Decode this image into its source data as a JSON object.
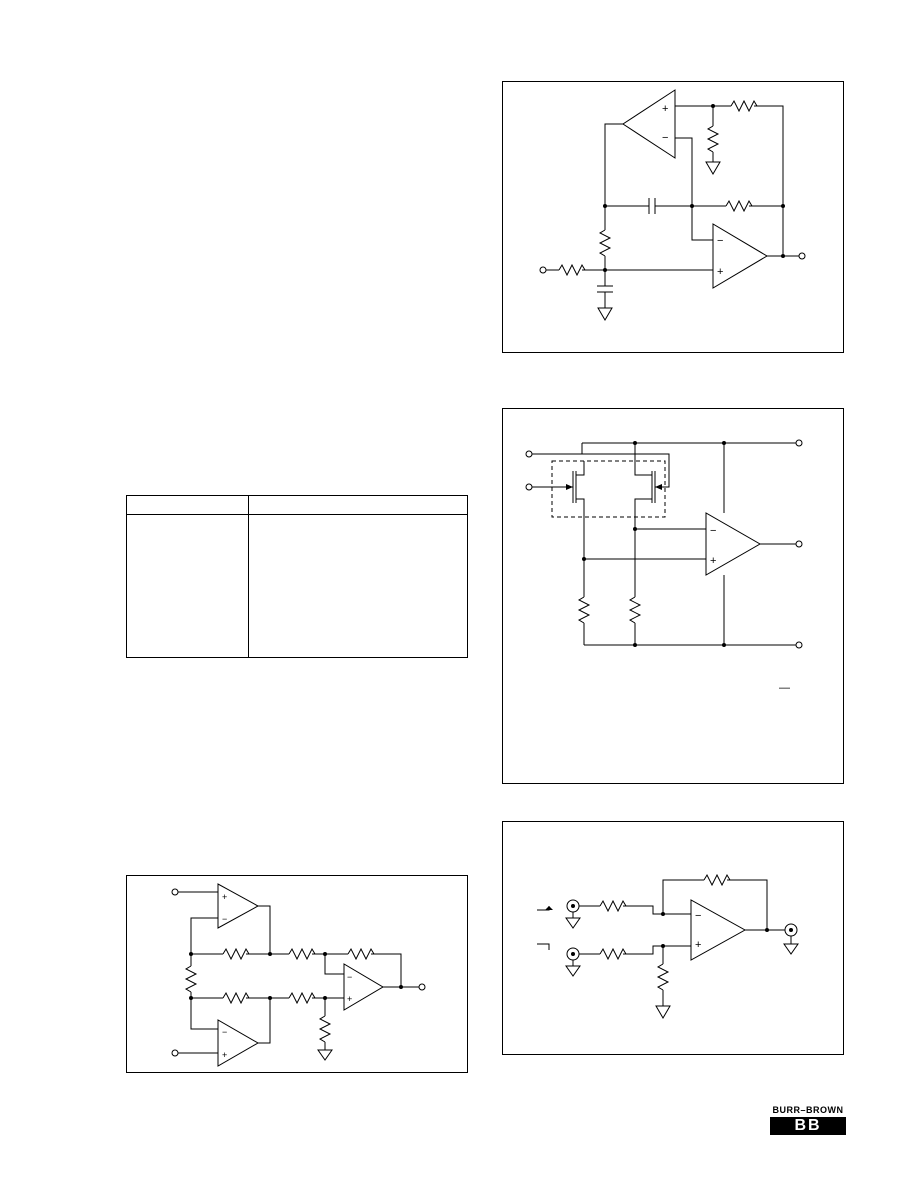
{
  "schematics": [
    {
      "id": "fig-a",
      "desc_terminals": [
        "input",
        "output",
        "ground"
      ]
    },
    {
      "id": "fig-b",
      "desc_terminals": [
        "in-1",
        "in-2",
        "supply-top",
        "output",
        "supply-bottom"
      ]
    },
    {
      "id": "fig-c",
      "desc_terminals": [
        "input-1",
        "input-2",
        "output"
      ]
    },
    {
      "id": "fig-d",
      "desc_terminals": [
        "input-1",
        "input-2",
        "output"
      ]
    }
  ],
  "opamp_signs": {
    "plus": "+",
    "minus": "−"
  },
  "overbar": "—",
  "logo": {
    "name": "BURR–BROWN",
    "mark": "BB"
  }
}
